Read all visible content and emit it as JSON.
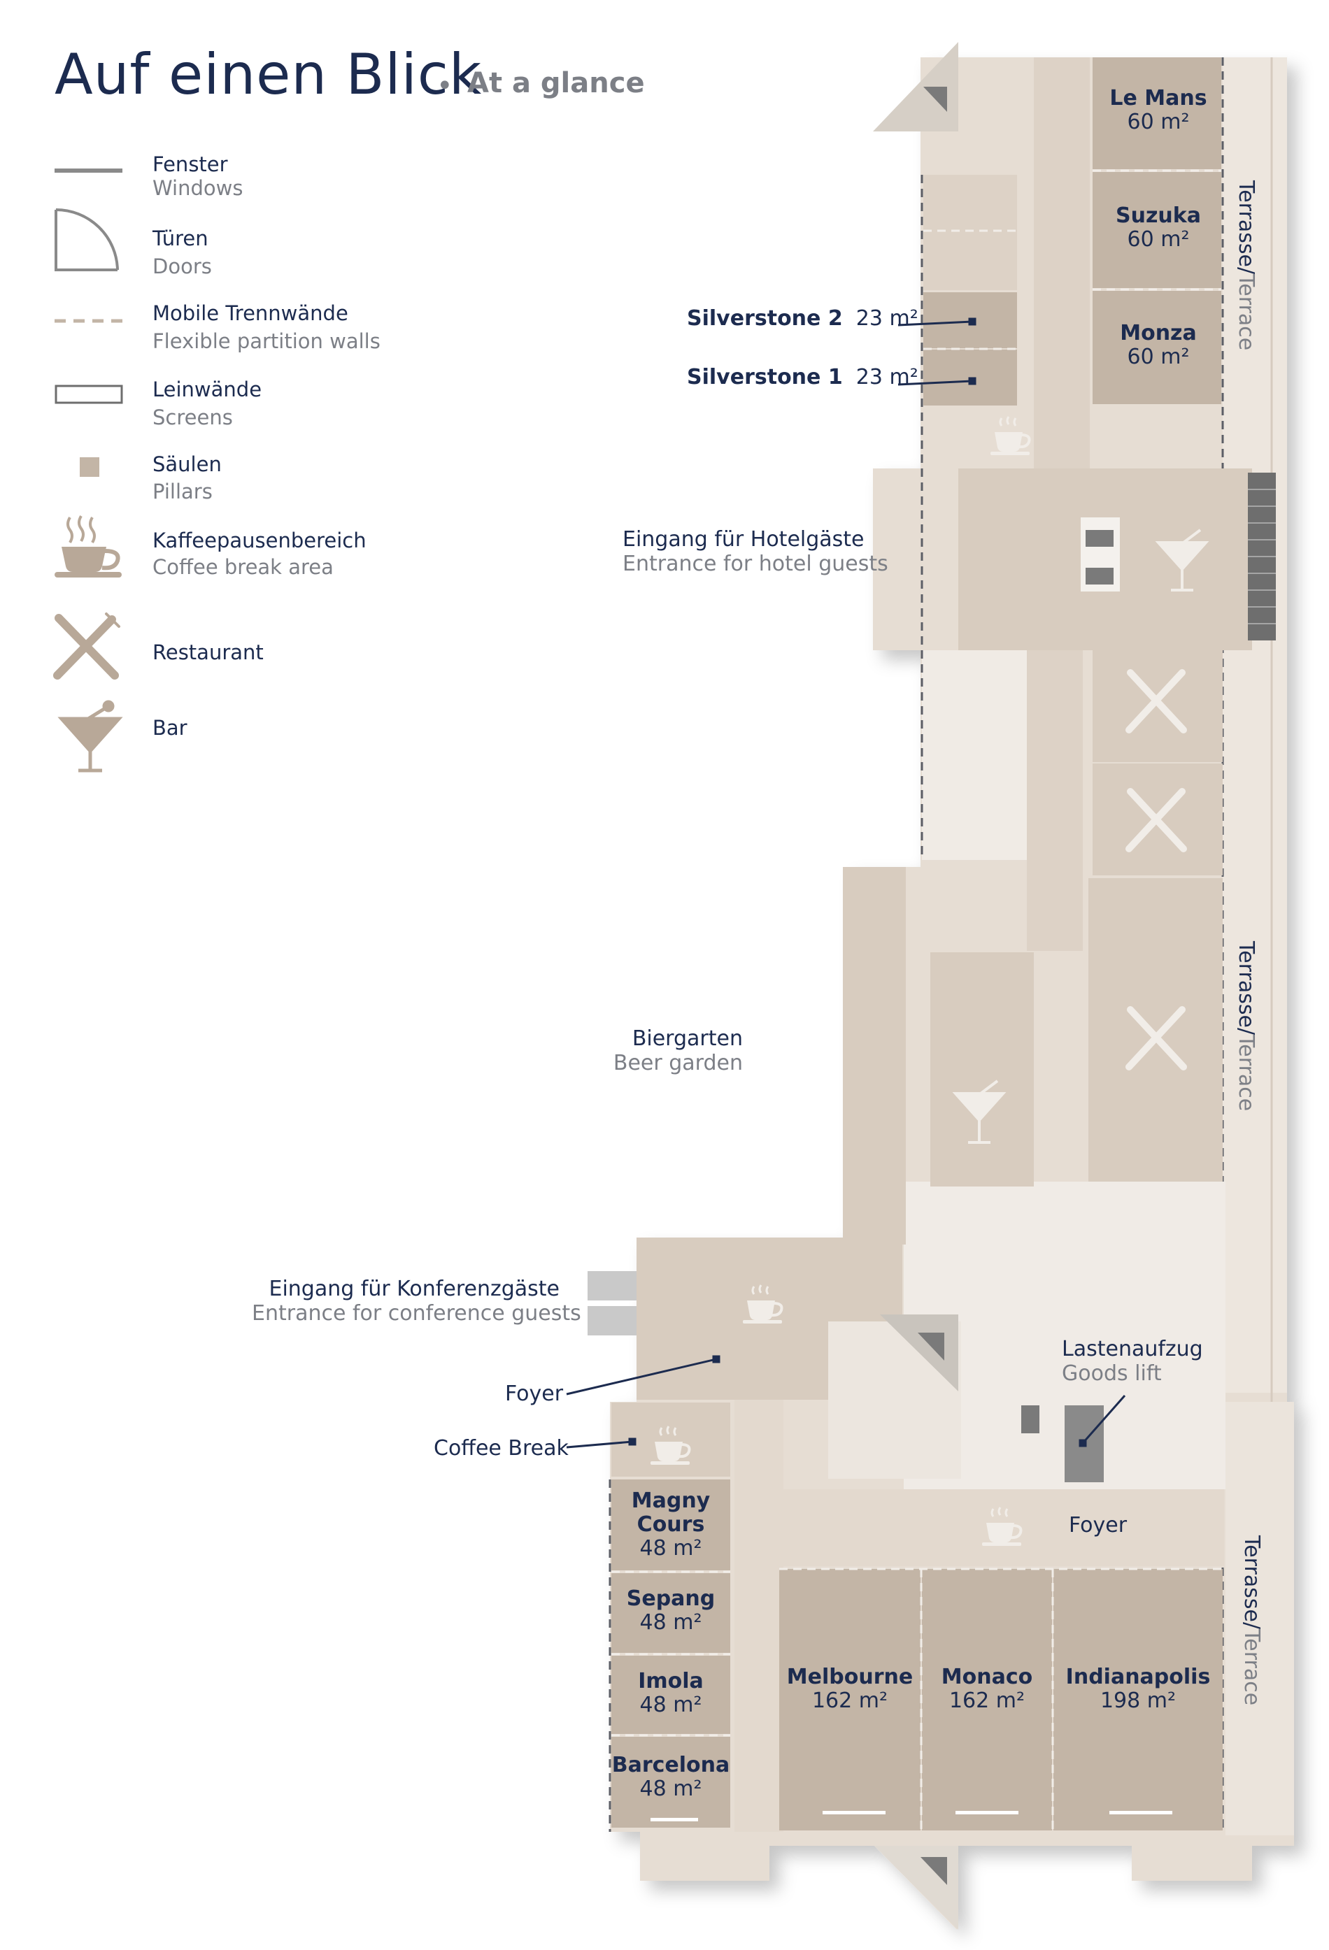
{
  "header": {
    "title": "Auf einen Blick",
    "separator": "•",
    "subtitle": "At a glance"
  },
  "legend": [
    {
      "de": "Fenster",
      "en": "Windows",
      "icon": "window-line-icon"
    },
    {
      "de": "Türen",
      "en": "Doors",
      "icon": "door-icon"
    },
    {
      "de": "Mobile Trennwände",
      "en": "Flexible partition walls",
      "icon": "dashed-partition-icon"
    },
    {
      "de": "Leinwände",
      "en": "Screens",
      "icon": "screen-icon"
    },
    {
      "de": "Säulen",
      "en": "Pillars",
      "icon": "pillar-icon"
    },
    {
      "de": "Kaffeepausenbereich",
      "en": "Coffee break area",
      "icon": "coffee-cup-icon"
    },
    {
      "de": "Restaurant",
      "en": "",
      "icon": "fork-knife-icon"
    },
    {
      "de": "Bar",
      "en": "",
      "icon": "cocktail-glass-icon"
    }
  ],
  "rooms": {
    "le_mans": {
      "name": "Le Mans",
      "size": "60 m²"
    },
    "suzuka": {
      "name": "Suzuka",
      "size": "60 m²"
    },
    "monza": {
      "name": "Monza",
      "size": "60 m²"
    },
    "silverstone2": {
      "name": "Silverstone 2",
      "size": "23 m²"
    },
    "silverstone1": {
      "name": "Silverstone 1",
      "size": "23 m²"
    },
    "magny_cours": {
      "name1": "Magny",
      "name2": "Cours",
      "size": "48 m²"
    },
    "sepang": {
      "name": "Sepang",
      "size": "48 m²"
    },
    "imola": {
      "name": "Imola",
      "size": "48 m²"
    },
    "barcelona": {
      "name": "Barcelona",
      "size": "48 m²"
    },
    "melbourne": {
      "name": "Melbourne",
      "size": "162 m²"
    },
    "monaco": {
      "name": "Monaco",
      "size": "162 m²"
    },
    "indianapolis": {
      "name": "Indianapolis",
      "size": "198 m²"
    }
  },
  "labels": {
    "hotel_entrance": {
      "de": "Eingang für Hotelgäste",
      "en": "Entrance for hotel guests"
    },
    "beer_garden": {
      "de": "Biergarten",
      "en": "Beer garden"
    },
    "conference_entrance": {
      "de": "Eingang für Konferenzgäste",
      "en": "Entrance for conference guests"
    },
    "foyer_upper": "Foyer",
    "coffee_break": "Coffee Break",
    "goods_lift": {
      "de": "Lastenaufzug",
      "en": "Goods lift"
    },
    "foyer_lower": "Foyer",
    "terrace": {
      "de": "Terrasse",
      "sep": "/",
      "en": "Terrace"
    }
  },
  "colors": {
    "room": "#c3b5a6",
    "corridor": "#e8e0d7",
    "light": "#f1ede8",
    "wall": "#d6cbbf",
    "navy": "#1c2b4f",
    "grey_text": "#7c7f86",
    "icon": "#b8a898"
  }
}
